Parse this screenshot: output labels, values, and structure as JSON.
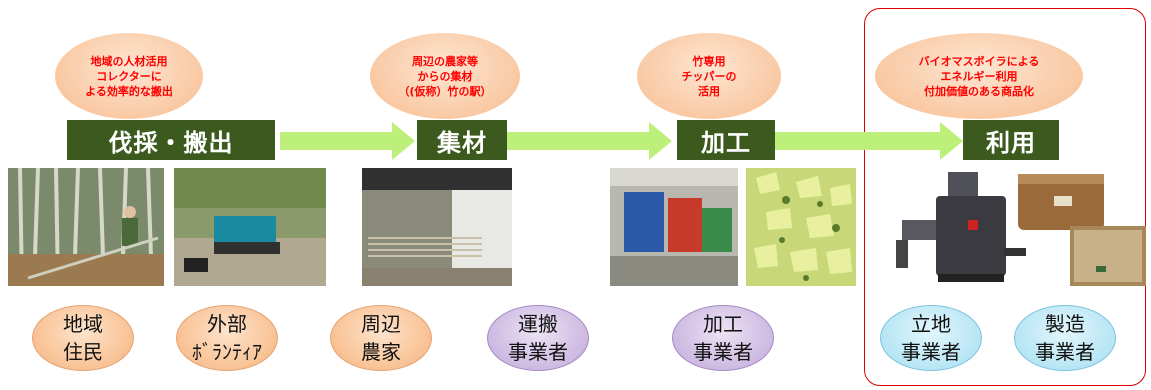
{
  "bubbles": {
    "b1": "地域の人材活用\nコレクターに\nよる効率的な搬出",
    "b2": "周辺の農家等\nからの集材\n（(仮称）竹の駅）",
    "b3": "竹専用\nチッパーの\n活用",
    "b4": "バイオマスボイラによる\nエネルギー利用\n付加価値のある商品化"
  },
  "stages": {
    "harvest": "伐採・搬出",
    "collect": "集材",
    "process": "加工",
    "use": "利用"
  },
  "actors": {
    "local_residents": "地域\n住民",
    "outside_volunteers": "外部\nﾎﾞﾗﾝﾃｨｱ",
    "nearby_farmers": "周辺\n農家",
    "transport_operators": "運搬\n事業者",
    "processing_operators": "加工\n事業者",
    "site_operators": "立地\n事業者",
    "manufacturers": "製造\n事業者"
  },
  "colors": {
    "stage_bg": "#3c5a1e",
    "arrow": "#bdf07a",
    "bubble_text": "#ff0000",
    "frame": "#e00000"
  }
}
